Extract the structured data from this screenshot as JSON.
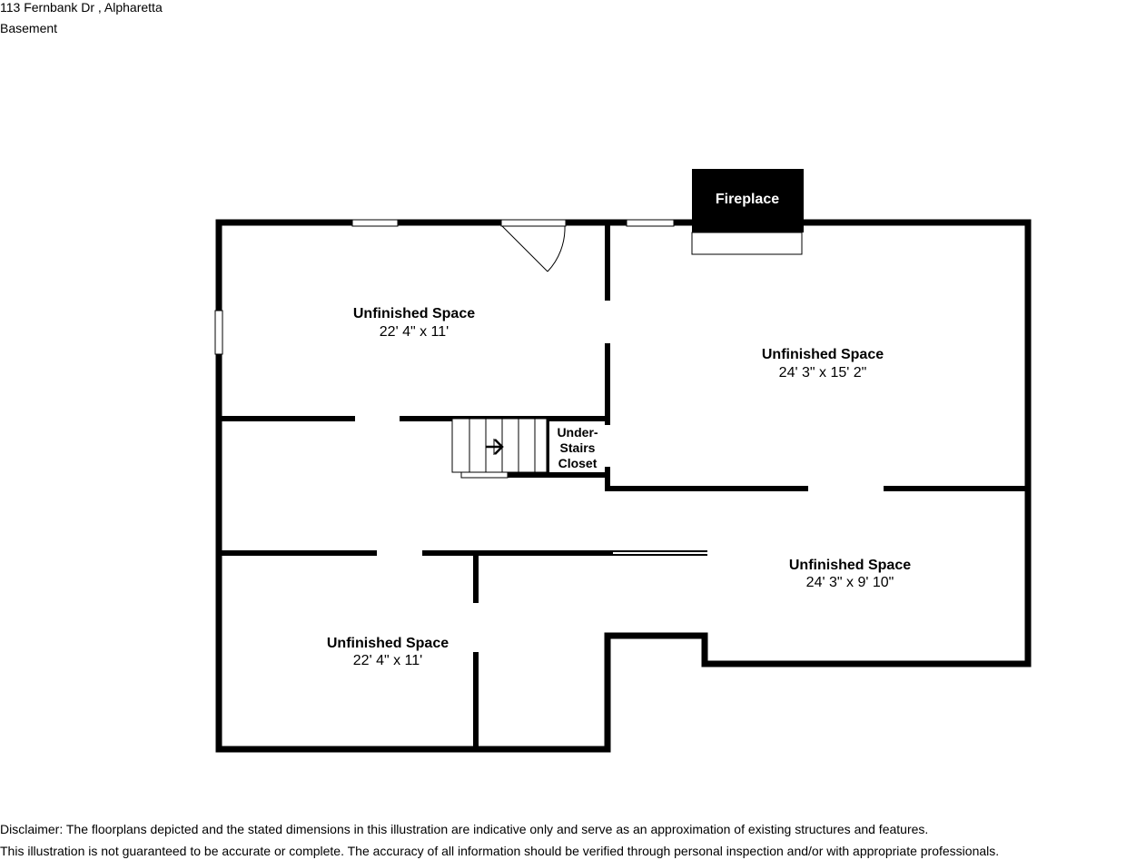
{
  "header": {
    "address": "113 Fernbank Dr , Alpharetta",
    "floor": "Basement"
  },
  "rooms": [
    {
      "name": "Unfinished Space",
      "dims": "22' 4\" x 11'"
    },
    {
      "name": "Unfinished Space",
      "dims": "24' 3\" x 15' 2\""
    },
    {
      "name": "Unfinished Space",
      "dims": "24' 3\" x 9' 10\""
    },
    {
      "name": "Unfinished Space",
      "dims": "22' 4\" x 11'"
    }
  ],
  "closet": {
    "line1": "Under-",
    "line2": "Stairs",
    "line3": "Closet"
  },
  "fireplace": {
    "label": "Fireplace"
  },
  "disclaimer": {
    "line1": "Disclaimer: The floorplans depicted and the stated dimensions in this illustration are indicative only and serve as an approximation of existing structures and features.",
    "line2": "This illustration is not guaranteed to be accurate or complete. The accuracy of all information should be verified through personal inspection and/or with appropriate professionals."
  }
}
